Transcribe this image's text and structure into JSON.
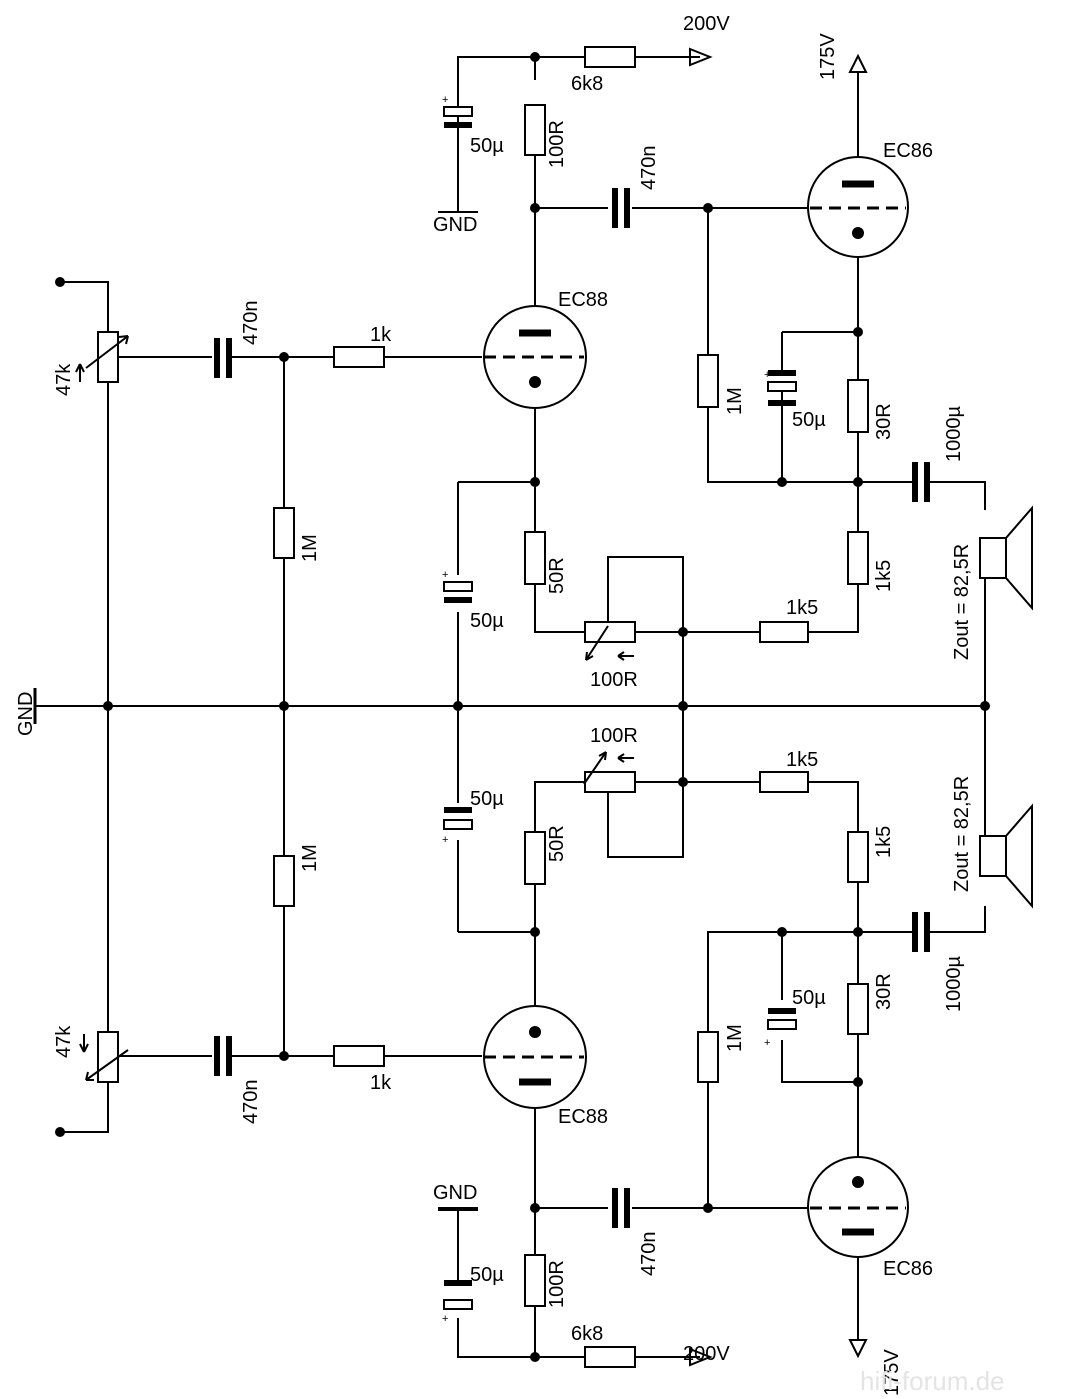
{
  "labels": {
    "v200": "200V",
    "v175": "175V",
    "gnd": "GND",
    "r_6k8": "6k8",
    "r_100R": "100R",
    "r_1k": "1k",
    "r_1M": "1M",
    "r_50R": "50R",
    "r_30R": "30R",
    "r_1k5": "1k5",
    "c_50u": "50µ",
    "c_470n": "470n",
    "c_1000u": "1000µ",
    "pot_47k": "47k",
    "tube_ec88": "EC88",
    "tube_ec86": "EC86",
    "zout": "Zout = 82,5R",
    "watermark": "hifi-forum.de"
  }
}
